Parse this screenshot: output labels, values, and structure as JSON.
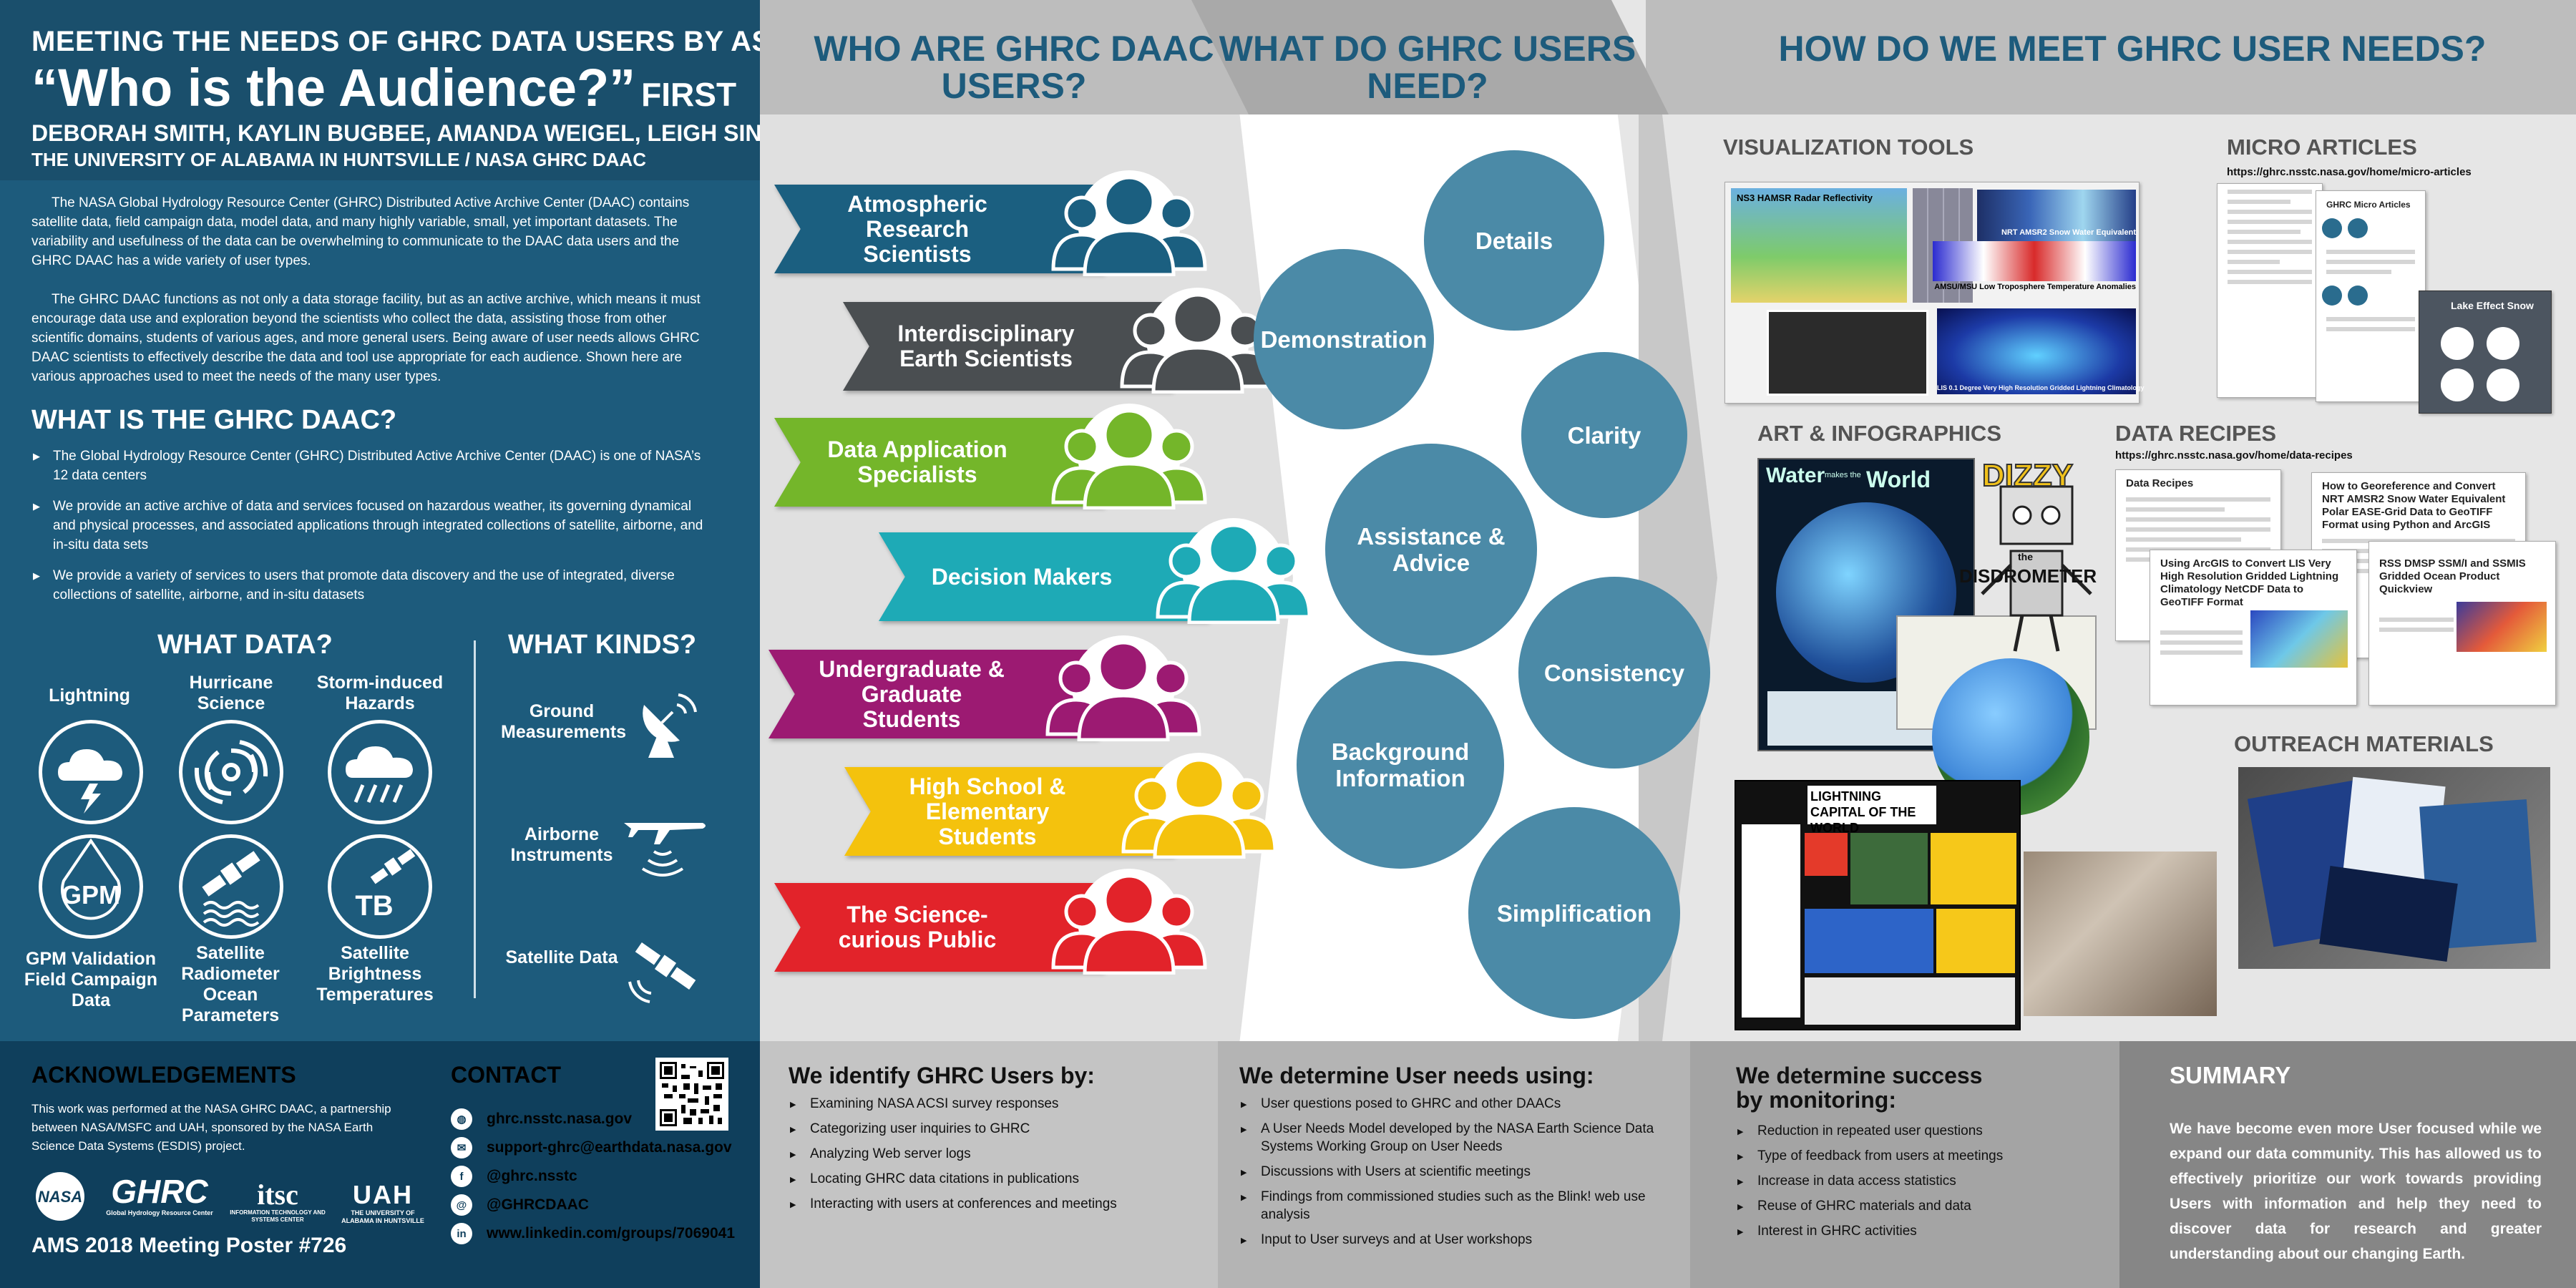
{
  "header": {
    "line1": "MEETING THE NEEDS OF GHRC DATA USERS BY ASKING",
    "title": "“Who is the Audience?”",
    "title_suffix": "FIRST",
    "authors": "DEBORAH SMITH, KAYLIN BUGBEE, AMANDA WEIGEL, LEIGH SINCLAIR",
    "affiliation": "THE UNIVERSITY OF ALABAMA IN HUNTSVILLE / NASA GHRC DAAC"
  },
  "intro": {
    "p1": "The NASA Global Hydrology Resource Center (GHRC) Distributed Active Archive Center (DAAC) contains satellite data, field campaign data, model data, and many highly variable, small, yet important datasets. The variability and usefulness of the data can be overwhelming to communicate to the DAAC data users and the GHRC DAAC has a wide variety of user types.",
    "p2": "The GHRC DAAC functions as not only a data storage facility, but as an active archive, which means it must encourage data use and exploration beyond the scientists who collect the data, assisting those from other scientific domains, students of various ages, and more general users. Being aware of user needs allows GHRC DAAC scientists to effectively describe the data and tool use appropriate for each audience. Shown here are various approaches used to meet the needs of the many user types."
  },
  "what_is": {
    "heading": "WHAT IS THE GHRC DAAC?",
    "items": [
      "The Global Hydrology Resource Center (GHRC) Distributed Active Archive Center (DAAC) is one of NASA’s 12 data centers",
      "We provide an active archive of data and services focused on hazardous weather, its governing dynamical and physical processes, and associated applications through integrated collections of satellite, airborne, and in-situ data sets",
      "We provide a variety of services to users that promote data discovery and the use of integrated, diverse collections of satellite, airborne, and in-situ datasets"
    ]
  },
  "what_data": {
    "heading": "WHAT DATA?",
    "items": [
      {
        "label": "Lightning",
        "icon": "lightning-cloud-icon"
      },
      {
        "label": "Hurricane Science",
        "icon": "hurricane-icon"
      },
      {
        "label": "Storm-induced Hazards",
        "icon": "rain-cloud-icon"
      },
      {
        "label": "GPM Validation Field Campaign Data",
        "icon": "gpm-drop-icon",
        "icon_text": "GPM"
      },
      {
        "label": "Satellite Radiometer Ocean Parameters",
        "icon": "satellite-ocean-icon"
      },
      {
        "label": "Satellite Brightness Temperatures",
        "icon": "satellite-tb-icon",
        "icon_text": "TB"
      }
    ]
  },
  "what_kinds": {
    "heading": "WHAT KINDS?",
    "items": [
      {
        "label": "Ground Measurements",
        "icon": "radar-dish-icon"
      },
      {
        "label": "Airborne Instruments",
        "icon": "airplane-icon"
      },
      {
        "label": "Satellite Data",
        "icon": "satellite-icon"
      }
    ]
  },
  "acknowledgements": {
    "heading": "ACKNOWLEDGEMENTS",
    "text": "This work was performed at the NASA GHRC DAAC, a partnership between NASA/MSFC and UAH, sponsored by the NASA Earth Science Data Systems (ESDIS) project.",
    "logos": [
      "NASA",
      "GHRC",
      "itsc",
      "UAH"
    ],
    "ghrc_sub": "Global Hydrology Resource Center",
    "itsc_sub": "INFORMATION TECHNOLOGY AND SYSTEMS CENTER",
    "uah_sub": "THE UNIVERSITY OF ALABAMA IN HUNTSVILLE"
  },
  "contact": {
    "heading": "CONTACT",
    "items": [
      {
        "icon": "globe-icon",
        "glyph": "◍",
        "text": "ghrc.nsstc.nasa.gov"
      },
      {
        "icon": "email-icon",
        "glyph": "✉",
        "text": "support-ghrc@earthdata.nasa.gov"
      },
      {
        "icon": "facebook-icon",
        "glyph": "f",
        "text": "@ghrc.nsstc"
      },
      {
        "icon": "twitter-icon",
        "glyph": "@",
        "text": "@GHRCDAAC"
      },
      {
        "icon": "linkedin-icon",
        "glyph": "in",
        "text": "www.linkedin.com/groups/7069041"
      }
    ]
  },
  "poster_number": "AMS 2018 Meeting Poster #726",
  "who": {
    "heading": "WHO ARE GHRC DAAC USERS?",
    "users": [
      {
        "label": "Atmospheric Research Scientists",
        "color": "#1b5f80"
      },
      {
        "label": "Interdisciplinary Earth Scientists",
        "color": "#4a4e51"
      },
      {
        "label": "Data Application Specialists",
        "color": "#74b62a"
      },
      {
        "label": "Decision Makers",
        "color": "#1eaab6"
      },
      {
        "label": "Undergraduate & Graduate Students",
        "color": "#9c1a72"
      },
      {
        "label": "High School & Elementary Students",
        "color": "#f4c20d"
      },
      {
        "label": "The Science-curious Public",
        "color": "#e2232a"
      }
    ]
  },
  "needs": {
    "heading": "WHAT DO GHRC USERS NEED?",
    "items": [
      "Details",
      "Demonstration",
      "Clarity",
      "Assistance & Advice",
      "Consistency",
      "Background Information",
      "Simplification"
    ]
  },
  "how": {
    "heading": "HOW DO WE MEET GHRC USER NEEDS?",
    "visualization": {
      "heading": "VISUALIZATION TOOLS",
      "captions": [
        "NS3 HAMSR Radar Reflectivity",
        "NRT AMSR2 Snow Water Equivalent",
        "AMSU/MSU Low Troposphere Temperature Anomalies",
        "LIS 0.1 Degree Very High Resolution Gridded Lightning Climatology"
      ]
    },
    "micro": {
      "heading": "MICRO ARTICLES",
      "url": "https://ghrc.nsstc.nasa.gov/home/micro-articles",
      "card_title": "GHRC Micro Articles",
      "card2_title": "Lake Effect Snow"
    },
    "art": {
      "heading": "ART & INFOGRAPHICS",
      "water_title": "Water",
      "water_sub": "makes the",
      "water_title2": "World",
      "disdrometer_top": "DIZZY",
      "disdrometer_the": "the",
      "disdrometer": "DISDROMETER",
      "lightning_title": "LIGHTNING CAPITAL OF THE WORLD"
    },
    "recipes": {
      "heading": "DATA RECIPES",
      "url": "https://ghrc.nsstc.nasa.gov/home/data-recipes",
      "card0": "Data Recipes",
      "card1": "How to Georeference and Convert NRT AMSR2 Snow Water Equivalent Polar EASE-Grid Data to GeoTIFF Format using Python and ArcGIS",
      "card2": "Using ArcGIS to Convert LIS Very High Resolution Gridded Lightning Climatology NetCDF Data to GeoTIFF Format",
      "card3": "RSS DMSP SSM/I and SSMIS Gridded Ocean Product Quickview"
    },
    "outreach": {
      "heading": "OUTREACH MATERIALS"
    }
  },
  "bottom": {
    "identify": {
      "heading": "We identify GHRC Users by:",
      "items": [
        "Examining NASA ACSI survey responses",
        "Categorizing user inquiries to GHRC",
        "Analyzing Web server logs",
        "Locating GHRC data citations in publications",
        "Interacting with users at conferences and meetings"
      ]
    },
    "determine": {
      "heading": "We determine User needs using:",
      "items": [
        "User questions posed to GHRC and other DAACs",
        "A User Needs Model developed by the NASA Earth Science Data Systems Working Group on User Needs",
        "Discussions with Users at scientific meetings",
        "Findings from commissioned studies such as the Blink! web use analysis",
        "Input to User surveys and at User workshops"
      ]
    },
    "success": {
      "heading": "We determine success by monitoring:",
      "items": [
        "Reduction in repeated user questions",
        "Type of feedback from users at meetings",
        "Increase in data access statistics",
        "Reuse of GHRC materials and data",
        "Interest in GHRC activities"
      ]
    },
    "summary": {
      "heading": "SUMMARY",
      "text": "We have become even more User focused while we expand our data community. This has allowed us to effectively prioritize our work towards providing Users with information and help they need to discover data for research and greater understanding about our changing Earth."
    }
  }
}
